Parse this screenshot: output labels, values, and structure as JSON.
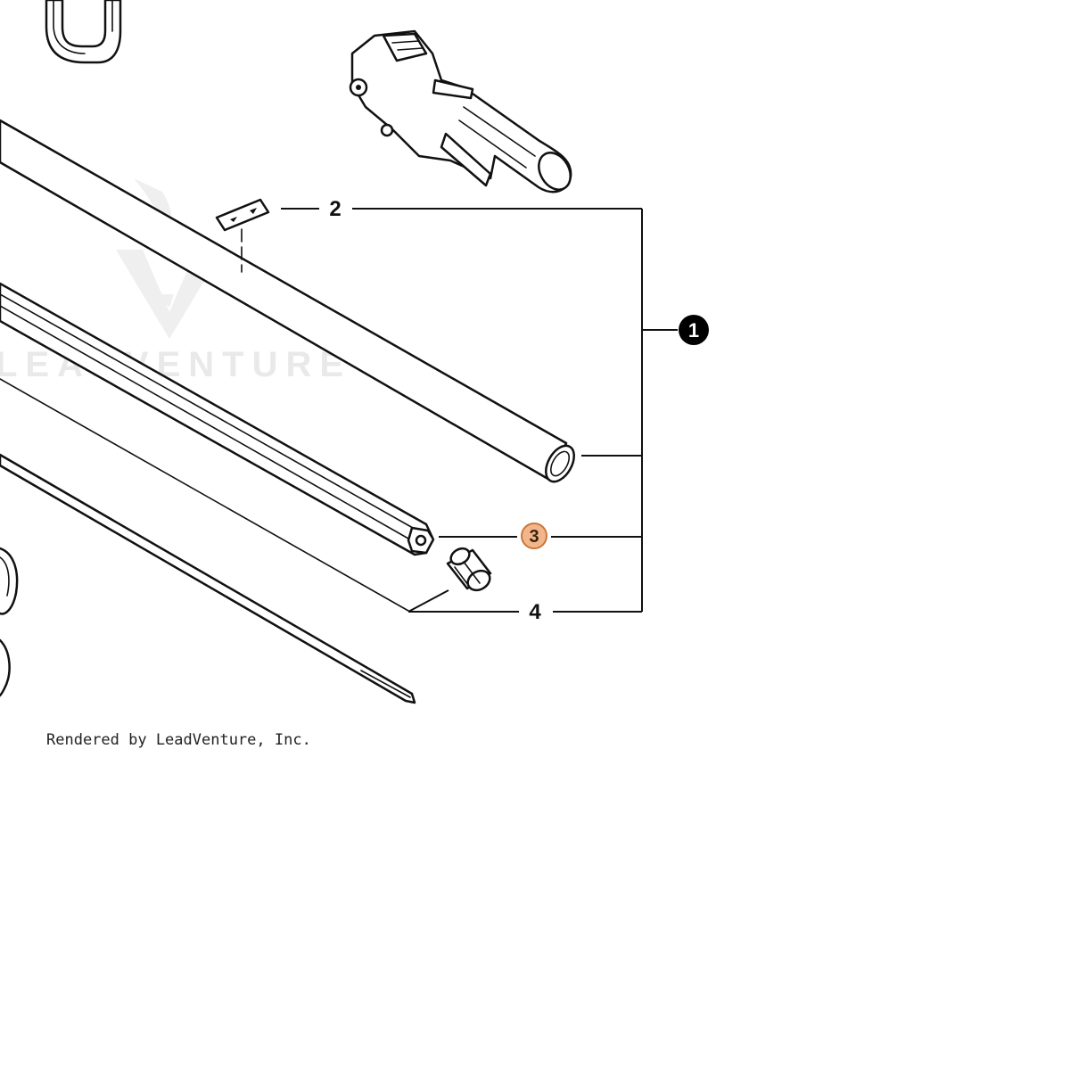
{
  "diagram": {
    "callouts": [
      {
        "id": "c1",
        "label": "1",
        "style": "filled"
      },
      {
        "id": "c2",
        "label": "2",
        "style": "plain"
      },
      {
        "id": "c3",
        "label": "3",
        "style": "highlighted"
      },
      {
        "id": "c4",
        "label": "4",
        "style": "plain"
      }
    ],
    "highlight_color": "#f3b68a",
    "highlight_border": "#c9773c",
    "watermark": "LEADVENTURE",
    "credit": "Rendered by LeadVenture, Inc."
  }
}
